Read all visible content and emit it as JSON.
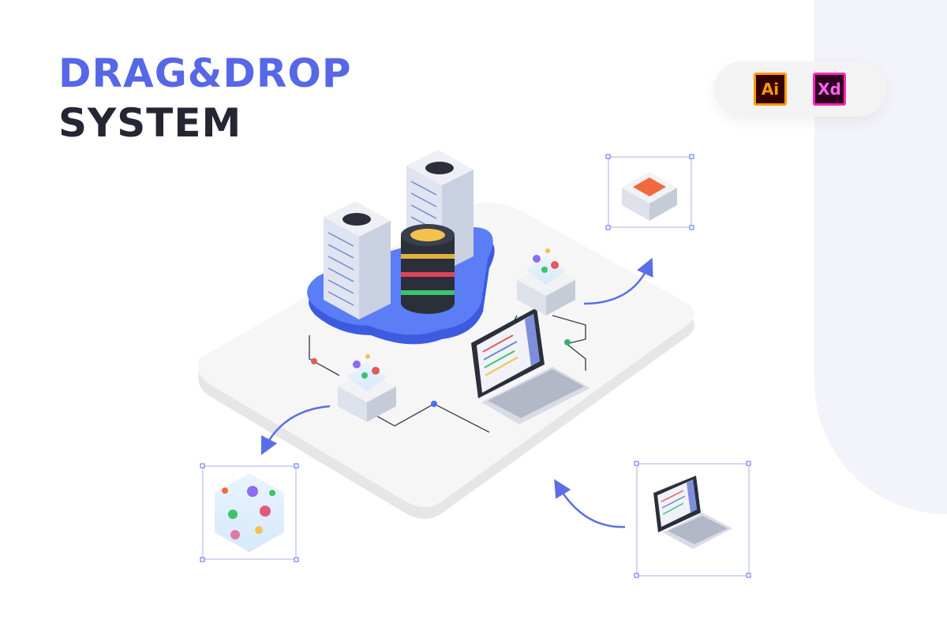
{
  "heading": {
    "line1": "DRAG&DROP",
    "line2": "SYSTEM"
  },
  "badges": [
    {
      "label": "Ai",
      "icon": "adobe-illustrator-icon",
      "bg": "#330000",
      "accent": "#ff9a00"
    },
    {
      "label": "Xd",
      "icon": "adobe-xd-icon",
      "bg": "#2e001f",
      "accent": "#ff26be"
    }
  ],
  "colors": {
    "accent": "#5668e6",
    "dark": "#242733",
    "cloud": "#4b6cf0",
    "panel": "#f2f3fb"
  }
}
